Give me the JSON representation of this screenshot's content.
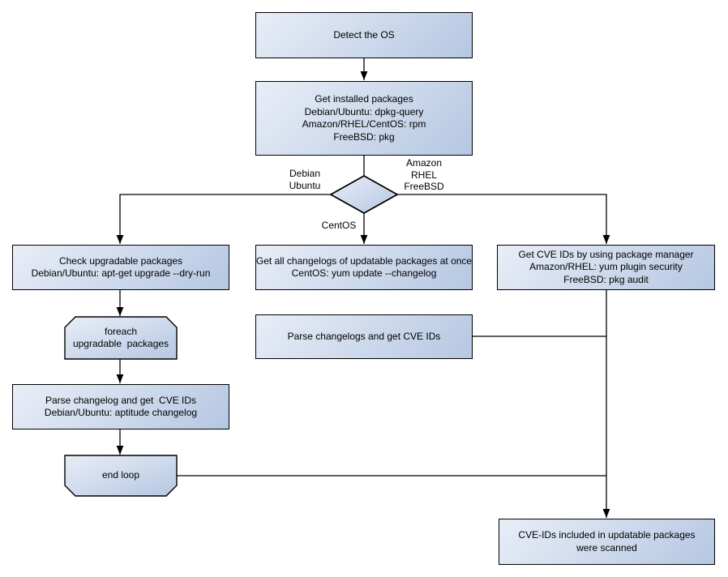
{
  "nodes": {
    "detect_os": {
      "lines": [
        "Detect the OS"
      ]
    },
    "get_installed_packages": {
      "lines": [
        "Get installed packages",
        "Debian/Ubuntu: dpkg-query",
        "Amazon/RHEL/CentOS: rpm",
        "FreeBSD: pkg"
      ]
    },
    "check_upgradable_packages": {
      "lines": [
        "Check upgradable packages",
        "Debian/Ubuntu: apt-get upgrade --dry-run"
      ]
    },
    "foreach_loop_start": {
      "lines": [
        "foreach",
        "upgradable  packages"
      ]
    },
    "parse_changelog_left": {
      "lines": [
        "Parse changelog and get  CVE IDs",
        "Debian/Ubuntu: aptitude changelog"
      ]
    },
    "end_loop": {
      "lines": [
        "end loop"
      ]
    },
    "get_all_changelogs": {
      "lines": [
        "Get all changelogs of updatable packages at once",
        "CentOS: yum update --changelog"
      ]
    },
    "parse_changelogs_mid": {
      "lines": [
        "Parse changelogs and get CVE IDs"
      ]
    },
    "get_cve_ids_pkg_mgr": {
      "lines": [
        "Get CVE IDs by using package manager",
        "Amazon/RHEL: yum plugin security",
        "FreeBSD: pkg audit"
      ]
    },
    "scan_result": {
      "lines": [
        "CVE-IDs included in updatable packages",
        "were scanned"
      ]
    }
  },
  "edge_labels": {
    "debian_ubuntu": [
      "Debian",
      "Ubuntu"
    ],
    "amazon_rhel_freebsd": [
      "Amazon",
      "RHEL",
      "FreeBSD"
    ],
    "centos": [
      "CentOS"
    ]
  },
  "colors": {
    "node_fill_start": "#e9eef7",
    "node_fill_end": "#b5c7e2",
    "node_border": "#000000",
    "connector": "#000000",
    "text": "#000000",
    "background": "#ffffff"
  }
}
